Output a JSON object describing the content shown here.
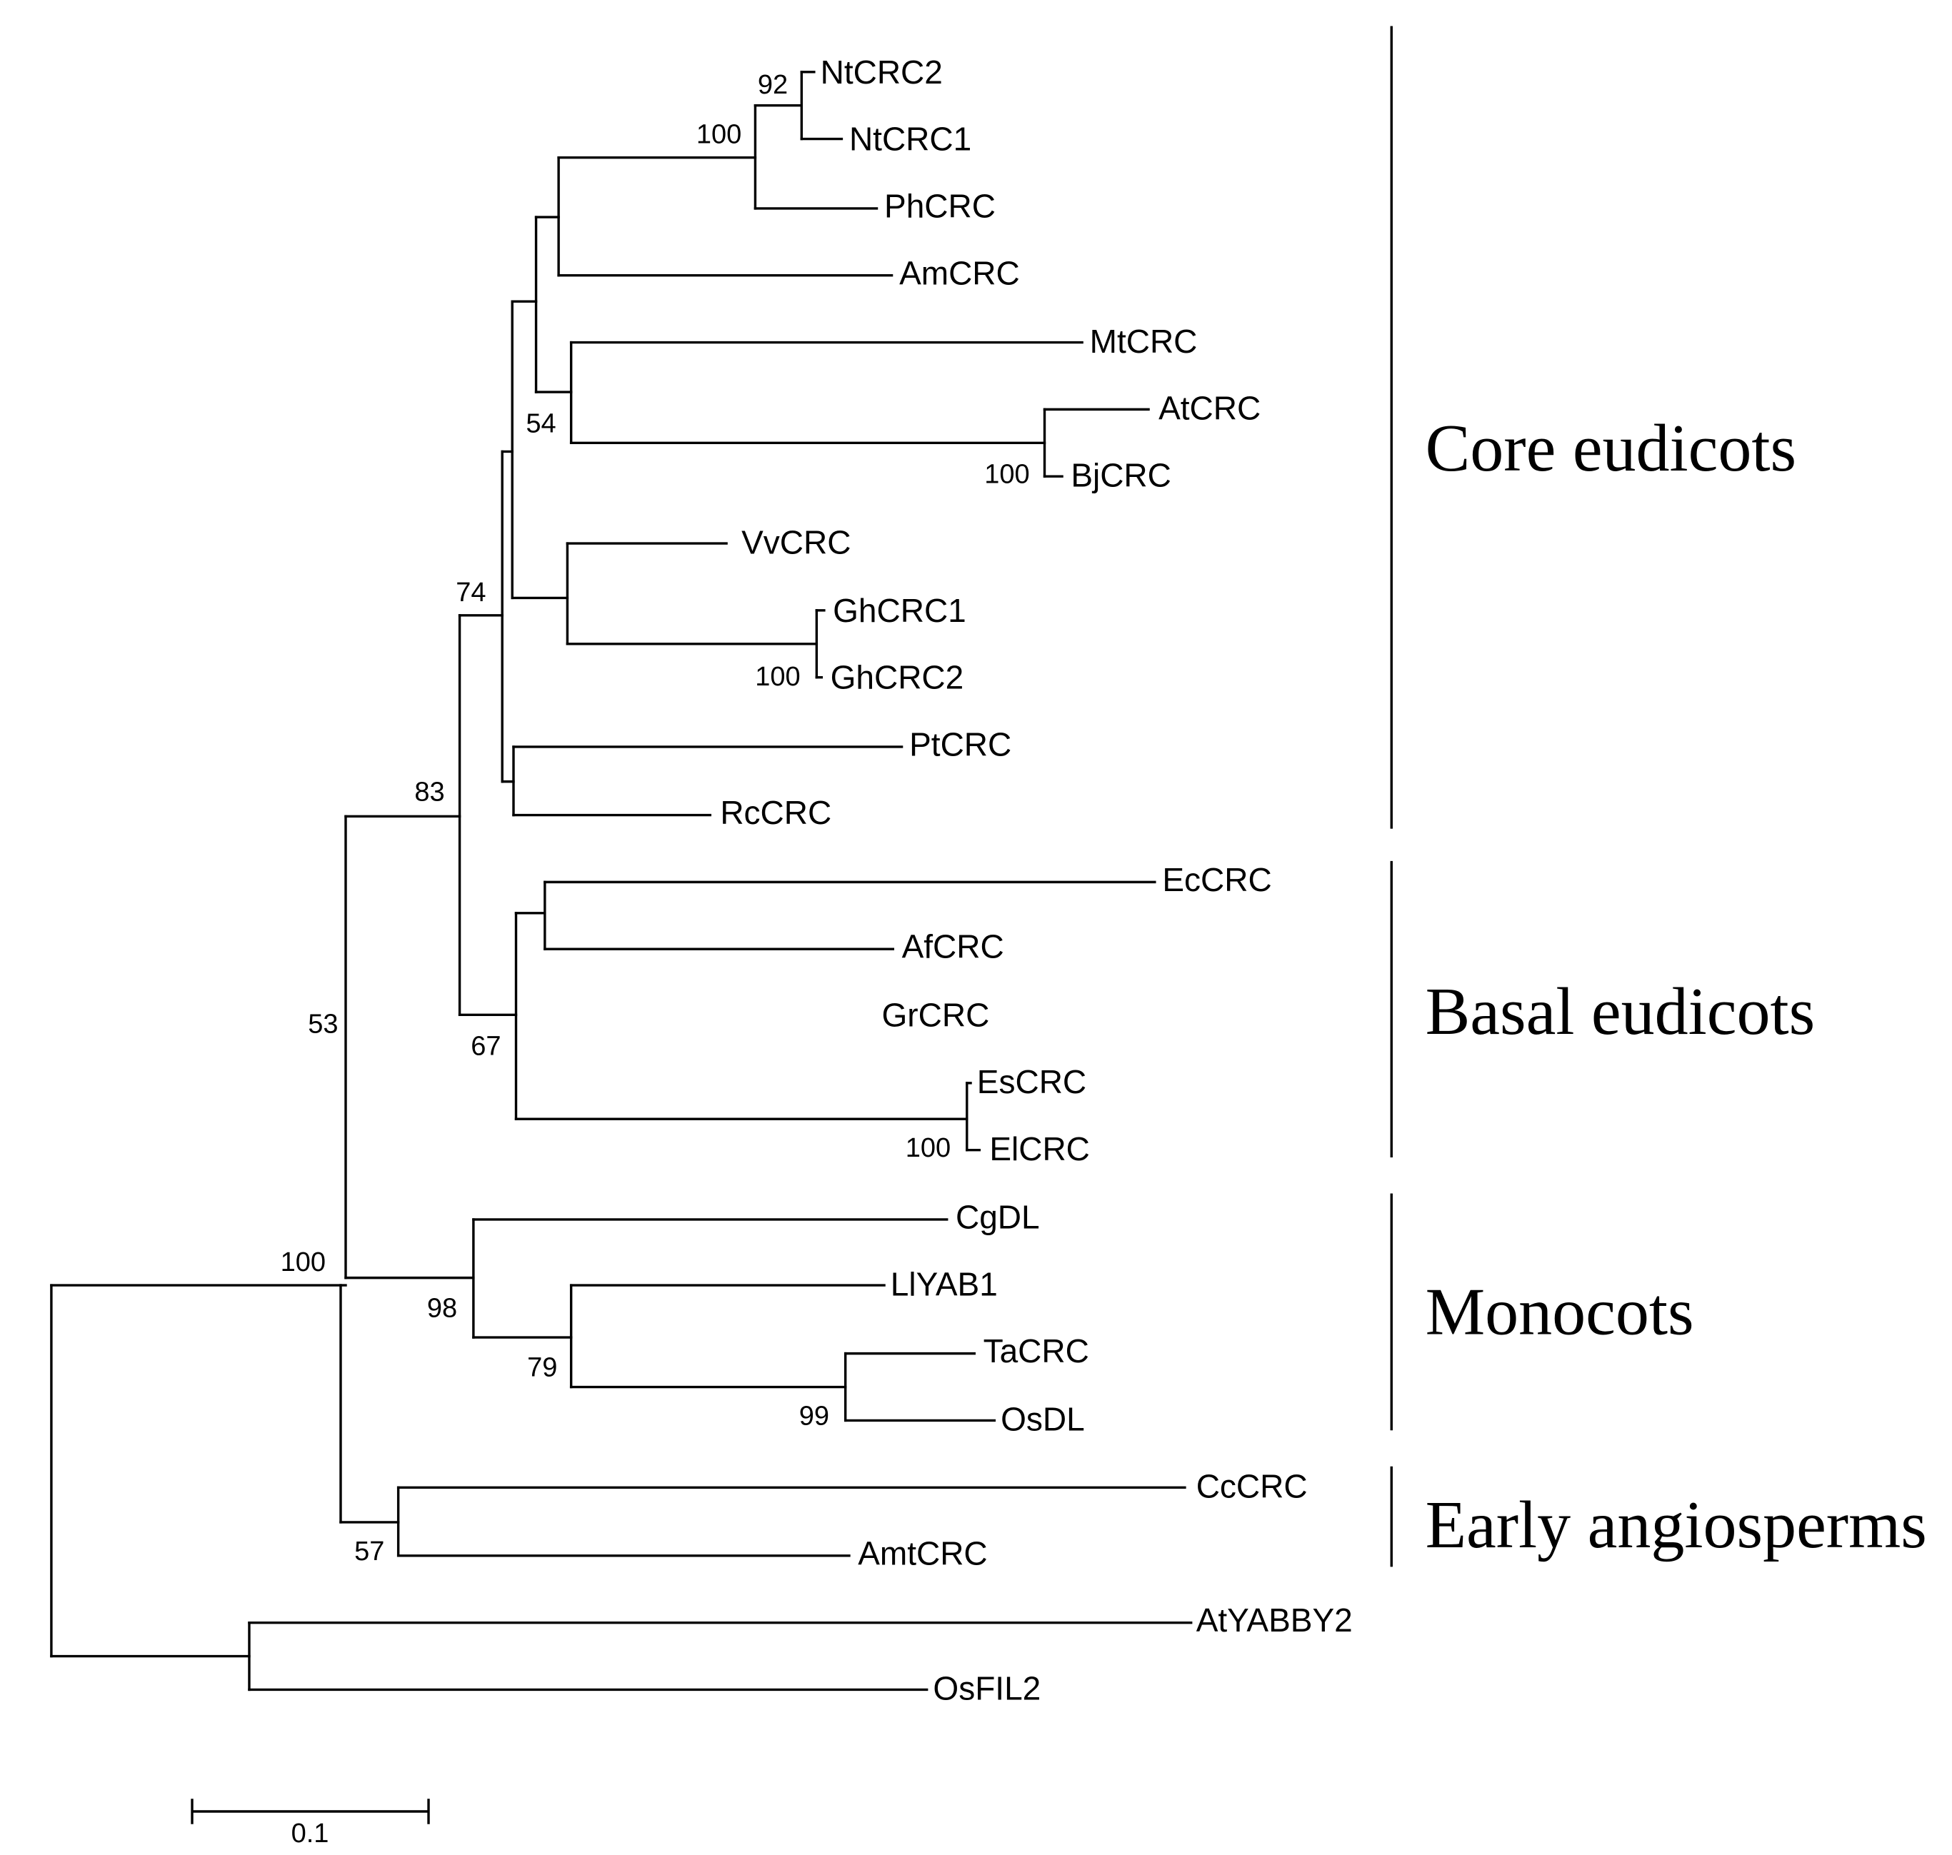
{
  "leaves": [
    "NtCRC2",
    "NtCRC1",
    "PhCRC",
    "AmCRC",
    "MtCRC",
    "AtCRC",
    "BjCRC",
    "VvCRC",
    "GhCRC1",
    "GhCRC2",
    "PtCRC",
    "RcCRC",
    "EcCRC",
    "AfCRC",
    "GrCRC",
    "EsCRC",
    "ElCRC",
    "CgDL",
    "LlYAB1",
    "TaCRC",
    "OsDL",
    "CcCRC",
    "AmtCRC",
    "AtYABBY2",
    "OsFIL2"
  ],
  "bootstraps": [
    "92",
    "100",
    "54",
    "100",
    "74",
    "100",
    "83",
    "67",
    "100",
    "53",
    "100",
    "98",
    "79",
    "99",
    "57"
  ],
  "groups": [
    "Core eudicots",
    "Basal eudicots",
    "Monocots",
    "Early angiosperms"
  ],
  "scale_bar": {
    "label": "0.1"
  }
}
